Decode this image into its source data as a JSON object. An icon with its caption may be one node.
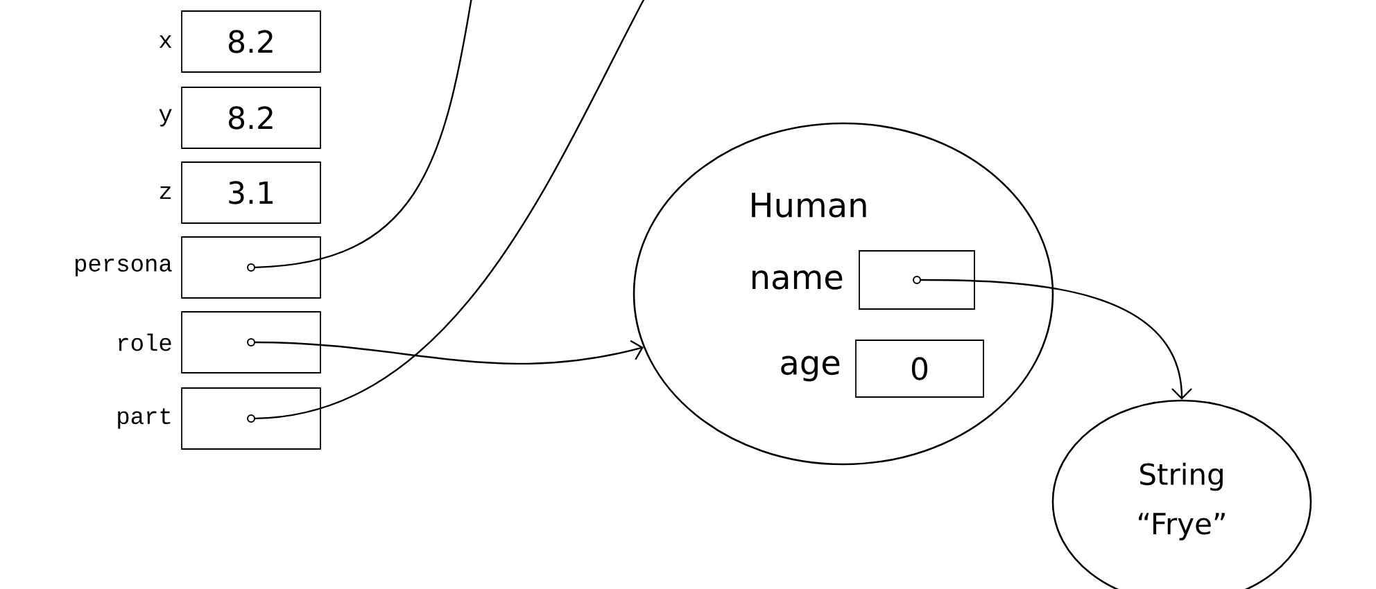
{
  "diagram": {
    "nodes": [
      {
        "text": [
          "8.2"
        ],
        "beside": [
          "x"
        ]
      },
      {
        "text": [
          "8.2"
        ],
        "beside": [
          "y"
        ]
      },
      {
        "text": [
          "3.1"
        ],
        "beside": [
          "z"
        ]
      },
      {
        "text": [],
        "shape": "box",
        "beside": [
          "persona"
        ]
      },
      {
        "text": [],
        "shape": "box",
        "beside": [
          "role"
        ]
      },
      {
        "text": [],
        "shape": "box",
        "beside": [
          "part"
        ]
      },
      {
        "text": [
          "Human"
        ]
      },
      {
        "text": [],
        "shape": "box",
        "beside": [
          "name"
        ],
        "in": 6
      },
      {
        "text": [
          "0"
        ],
        "beside": [
          "age"
        ],
        "in": 6
      },
      {
        "text": [
          "String",
          "“Frye”"
        ]
      }
    ],
    "edges": [
      {
        "from": 3,
        "to": null,
        "arrow": "none"
      },
      {
        "from": 4,
        "to": 6,
        "arrow": "to"
      },
      {
        "from": 5,
        "to": null,
        "arrow": "none"
      },
      {
        "from": 7,
        "to": 9,
        "arrow": "to"
      }
    ]
  }
}
